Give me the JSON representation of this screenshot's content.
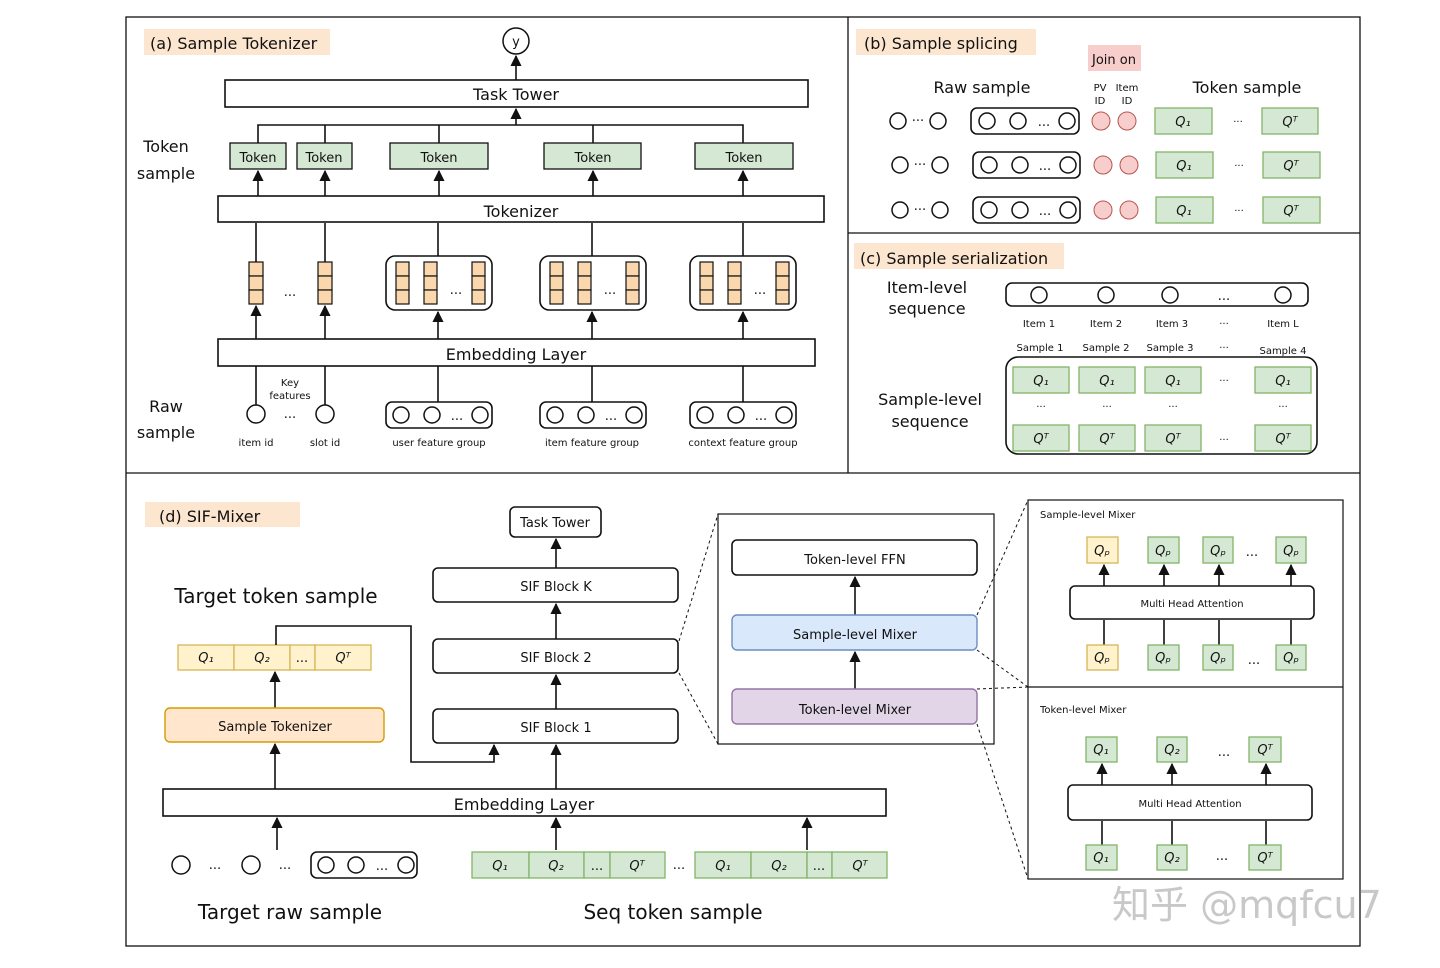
{
  "panel_a": {
    "title": "(a) Sample Tokenizer",
    "output_label": "y",
    "task_tower": "Task Tower",
    "token_label": "Token",
    "tokenizer": "Tokenizer",
    "embedding_layer": "Embedding Layer",
    "token_sample_line1": "Token",
    "token_sample_line2": "sample",
    "raw_sample_line1": "Raw",
    "raw_sample_line2": "sample",
    "key_features_line1": "Key",
    "key_features_line2": "features",
    "ellipsis": "...",
    "inputs": [
      "item id",
      "slot id",
      "user feature group",
      "item feature group",
      "context feature group"
    ]
  },
  "panel_b": {
    "title": "(b) Sample splicing",
    "join_on": "Join on",
    "raw_sample": "Raw sample",
    "token_sample": "Token sample",
    "pv_id_line1": "PV",
    "pv_id_line2": "ID",
    "item_id_line1": "Item",
    "item_id_line2": "ID",
    "q_first": "Q₁",
    "q_last": "Qᵀ",
    "ellipsis": "...",
    "dots": "···"
  },
  "panel_c": {
    "title": "(c) Sample serialization",
    "item_seq_line1": "Item-level",
    "item_seq_line2": "sequence",
    "sample_seq_line1": "Sample-level",
    "sample_seq_line2": "sequence",
    "items": [
      "Item 1",
      "Item 2",
      "Item 3",
      "Item L"
    ],
    "samples": [
      "Sample 1",
      "Sample 2",
      "Sample 3",
      "Sample 4"
    ],
    "q_first": "Q₁",
    "q_last": "Qᵀ",
    "ellipsis": "...",
    "dots": "···"
  },
  "panel_d": {
    "title": "(d) SIF-Mixer",
    "task_tower": "Task Tower",
    "blocks": [
      "SIF Block K",
      "SIF Block 2",
      "SIF Block 1"
    ],
    "target_token_sample": "Target token sample",
    "sample_tokenizer": "Sample Tokenizer",
    "embedding_layer": "Embedding Layer",
    "target_raw_sample": "Target raw sample",
    "seq_token_sample": "Seq token sample",
    "target_tokens": [
      "Q₁",
      "Q₂",
      "...",
      "Qᵀ"
    ],
    "seq_tokens": [
      "Q₁",
      "Q₂",
      "...",
      "Qᵀ"
    ],
    "token_ffn": "Token-level FFN",
    "sample_mixer": "Sample-level Mixer",
    "token_mixer": "Token-level Mixer",
    "sample_level_mixer_title": "Sample-level Mixer",
    "token_level_mixer_title": "Token-level Mixer",
    "mha": "Multi Head Attention",
    "qp": "Qₚ",
    "q_tokens": [
      "Q₁",
      "Q₂",
      "Qᵀ"
    ],
    "ellipsis": "...",
    "dots": "···"
  },
  "watermark": "知乎 @mqfcu7",
  "colors": {
    "token_green": "#d5e8d4",
    "embedding_orange": "#fad7ac",
    "target_yellow": "#fff2cc",
    "join_pink": "#f8cecc",
    "sample_mixer_blue": "#dae8fc",
    "token_mixer_purple": "#e1d5e7",
    "title_highlight": "#fde6d0"
  }
}
